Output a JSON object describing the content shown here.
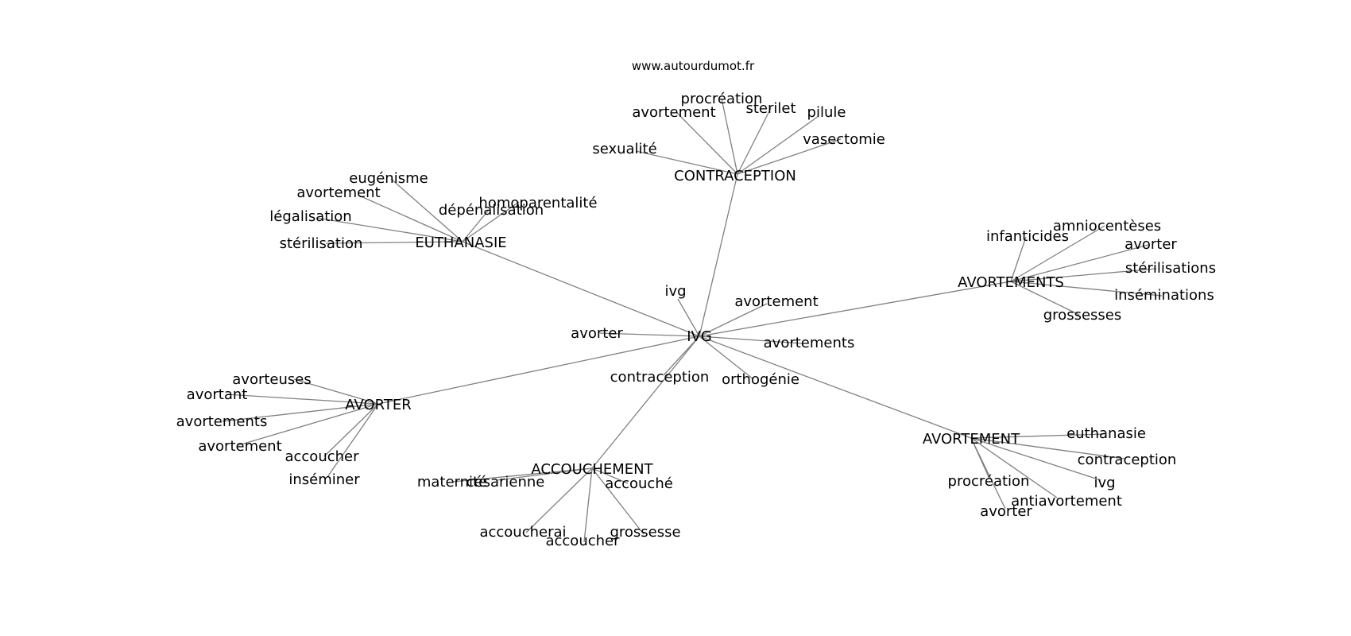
{
  "site": "www.autourdumot.fr",
  "edge_color": "#808080",
  "text_color": "#000000",
  "center": "IVG",
  "clusters": [
    {
      "label": "CONTRACEPTION",
      "words": [
        "procréation",
        "avortement",
        "sterilet",
        "pilule",
        "vasectomie",
        "sexualité"
      ]
    },
    {
      "label": "EUTHANASIE",
      "words": [
        "eugénisme",
        "avortement",
        "homoparentalité",
        "dépénalisation",
        "légalisation",
        "stérilisation"
      ]
    },
    {
      "label": "AVORTEMENTS",
      "words": [
        "infanticides",
        "amniocentèses",
        "avorter",
        "stérilisations",
        "inséminations",
        "grossesses"
      ]
    },
    {
      "label": "AVORTER",
      "words": [
        "avorteuses",
        "avortant",
        "avortements",
        "avortement",
        "accoucher",
        "inséminer"
      ]
    },
    {
      "label": "ACCOUCHEMENT",
      "words": [
        "maternité",
        "césarienne",
        "accouché",
        "accoucherai",
        "accoucher",
        "grossesse"
      ]
    },
    {
      "label": "AVORTEMENT",
      "words": [
        "euthanasie",
        "contraception",
        "ivg",
        "procréation",
        "antiavortement",
        "avorter"
      ]
    }
  ],
  "center_words": [
    "ivg",
    "avortement",
    "avorter",
    "avortements",
    "contraception",
    "orthogénie"
  ]
}
